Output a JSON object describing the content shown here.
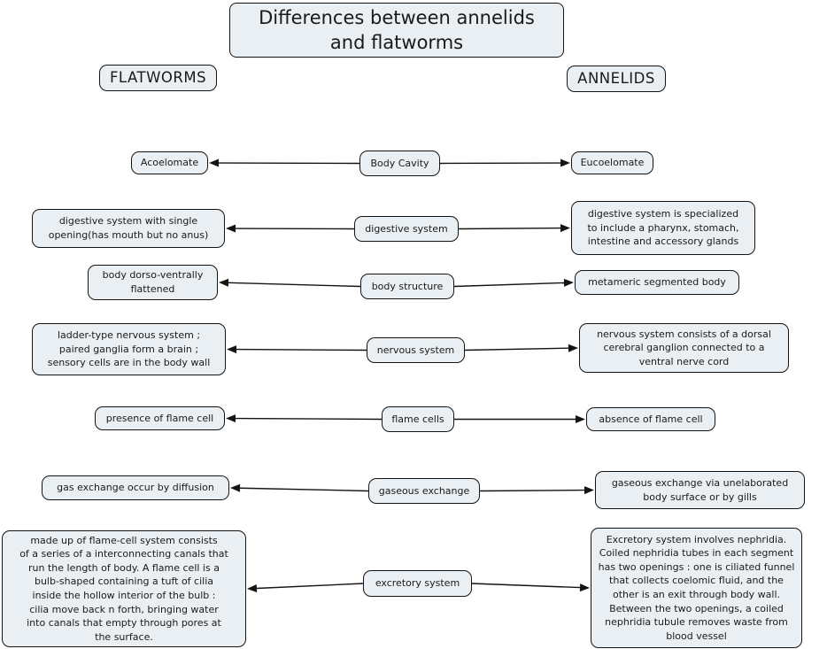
{
  "title": "Differences between annelids\nand flatworms",
  "headers": {
    "flatworms": "FLATWORMS",
    "annelids": "ANNELIDS"
  },
  "colors": {
    "background": "#ffffff",
    "box_fill": "#e9eff2",
    "box_border": "#141414",
    "text": "#1a1a1a",
    "arrow": "#141414"
  },
  "rows": [
    {
      "category": "Body Cavity",
      "flatworms": "Acoelomate",
      "annelids": "Eucoelomate"
    },
    {
      "category": "digestive system",
      "flatworms": "digestive system with single\nopening(has mouth but no anus)",
      "annelids": "digestive system is specialized\nto include a pharynx, stomach,\nintestine and accessory glands"
    },
    {
      "category": "body structure",
      "flatworms": "body dorso-ventrally\nflattened",
      "annelids": "metameric segmented body"
    },
    {
      "category": "nervous system",
      "flatworms": "ladder-type nervous system ;\npaired ganglia form a brain ;\nsensory cells are in the body wall",
      "annelids": "nervous system consists of a dorsal\ncerebral ganglion connected to a\nventral nerve cord"
    },
    {
      "category": "flame cells",
      "flatworms": "presence of flame cell",
      "annelids": "absence of flame cell"
    },
    {
      "category": "gaseous exchange",
      "flatworms": "gas exchange occur by diffusion",
      "annelids": "gaseous exchange via unelaborated\nbody surface or by gills"
    },
    {
      "category": "excretory system",
      "flatworms": "made up of flame-cell system consists\nof a series of a interconnecting canals that\nrun the length of body. A flame cell is a\nbulb-shaped containing a tuft of cilia\ninside the hollow interior of the bulb :\ncilia move back n forth, bringing water\ninto canals that empty through pores at\nthe surface.",
      "annelids": "Excretory system involves nephridia.\nCoiled nephridia tubes in each segment\nhas two openings : one is ciliated funnel\nthat collects coelomic fluid, and the\nother is an exit through body wall.\nBetween the two openings, a coiled\nnephridia tubule removes waste from\nblood vessel"
    }
  ]
}
